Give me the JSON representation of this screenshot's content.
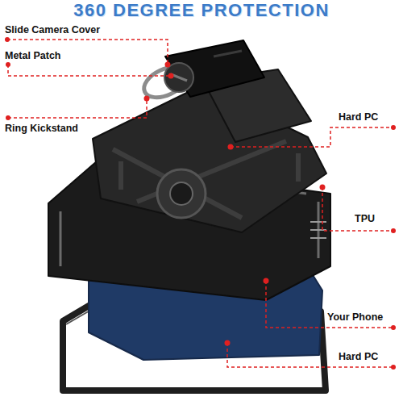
{
  "diagram": {
    "title": "360 DEGREE PROTECTION",
    "labels": [
      "Slide Camera Cover",
      "Metal Patch",
      "Ring Kickstand",
      "Hard PC",
      "TPU",
      "Your Phone",
      "Hard PC"
    ]
  }
}
